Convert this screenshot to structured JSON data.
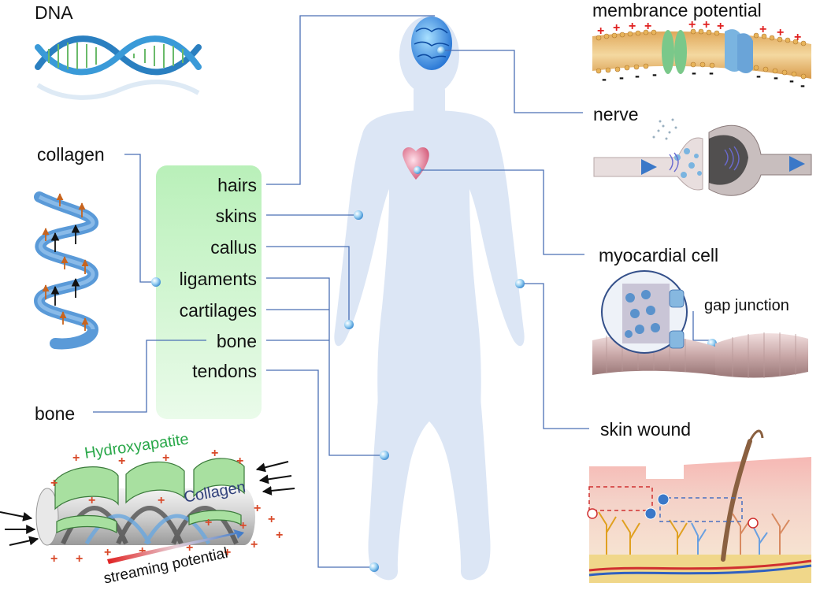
{
  "labels": {
    "dna": "DNA",
    "collagen": "collagen",
    "bone": "bone",
    "membrane_potential": "membrance potential",
    "nerve": "nerve",
    "myocardial_cell": "myocardial cell",
    "gap_junction": "gap junction",
    "skin_wound": "skin wound",
    "hydroxyapatite": "Hydroxyapatite",
    "collagen_inset": "Collagen",
    "streaming_potential": "streaming potential"
  },
  "tissues": [
    "hairs",
    "skins",
    "callus",
    "ligaments",
    "cartilages",
    "bone",
    "tendons"
  ],
  "colors": {
    "body": "#dce6f5",
    "connector": "#4a6fb5",
    "tissue_box": "#c8f0c8",
    "hydroxyapatite_text": "#2aa84a",
    "collagen_text": "#2f3f7a",
    "plus_sign": "#d94a2a"
  }
}
